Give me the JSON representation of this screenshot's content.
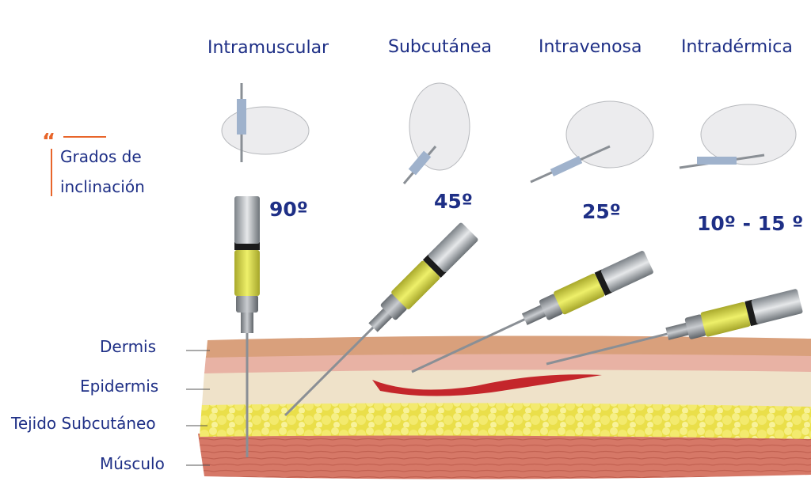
{
  "injection_types": [
    {
      "route": "Intramuscular",
      "angle": "90º"
    },
    {
      "route": "Subcutánea",
      "angle": "45º"
    },
    {
      "route": "Intravenosa",
      "angle": "25º"
    },
    {
      "route": "Intradérmica",
      "angle": "10º - 15 º"
    }
  ],
  "callout": {
    "mark": "“",
    "line1": "Grados de",
    "line2": "inclinación"
  },
  "layers": [
    "Dermis",
    "Epidermis",
    "Tejido Subcutáneo",
    "Músculo"
  ],
  "colors": {
    "text": "#1e2f86",
    "accent": "#e8652a",
    "skin_top": "#d9a07c",
    "dermis_pink": "#e9b6a8",
    "epidermis": "#efe2c9",
    "fat": "#f0e455",
    "muscle": "#d97a6a",
    "vein": "#c4262b",
    "syringe_fill": "#d8d94a"
  }
}
